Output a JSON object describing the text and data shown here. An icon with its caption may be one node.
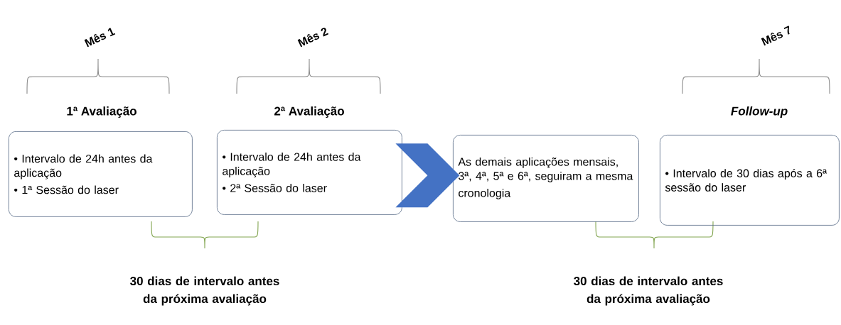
{
  "diagram": {
    "nodes": [
      {
        "text": [
          "1ª Avaliação",
          "• Intervalo de 24h antes da aplicação",
          "• 1ª Sessão do laser"
        ]
      },
      {
        "text": [
          "2ª Avaliação",
          "• Intervalo de 24h antes da aplicação",
          "• 2ª Sessão do laser"
        ]
      },
      {
        "text": [
          "As demais aplicações mensais, 3ª, 4ª, 5ª e 6ª, seguiram a mesma cronologia"
        ]
      },
      {
        "text": [
          "*Follow-up*",
          "• Intervalo de 30 dias após a 6ª sessão do laser"
        ]
      }
    ],
    "edges": [
      {
        "from": 1,
        "to": 2,
        "arrow": "to",
        "color": "#4472c4"
      }
    ],
    "labels": [
      "Mês 1",
      "Mês 2",
      "Mês 7",
      "30 dias de intervalo antes da próxima avaliação",
      "30 dias de intervalo antes da próxima avaliação"
    ]
  }
}
